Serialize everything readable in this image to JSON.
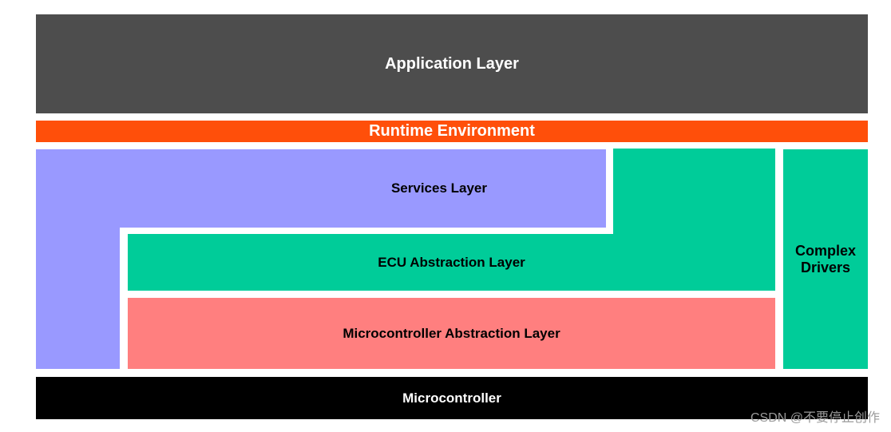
{
  "layers": {
    "application": "Application Layer",
    "runtime_environment": "Runtime Environment",
    "services": "Services Layer",
    "ecu_abstraction": "ECU Abstraction Layer",
    "microcontroller_abstraction": "Microcontroller Abstraction Layer",
    "complex_drivers_line1": "Complex",
    "complex_drivers_line2": "Drivers",
    "microcontroller": "Microcontroller"
  },
  "watermark": "CSDN @不要停止创作",
  "colors": {
    "application": "#4d4d4d",
    "runtime_environment": "#ff4f0a",
    "services": "#9999ff",
    "ecu_abstraction": "#00cc99",
    "microcontroller_abstraction": "#ff7f7f",
    "complex_drivers": "#00cc99",
    "microcontroller": "#000000"
  }
}
